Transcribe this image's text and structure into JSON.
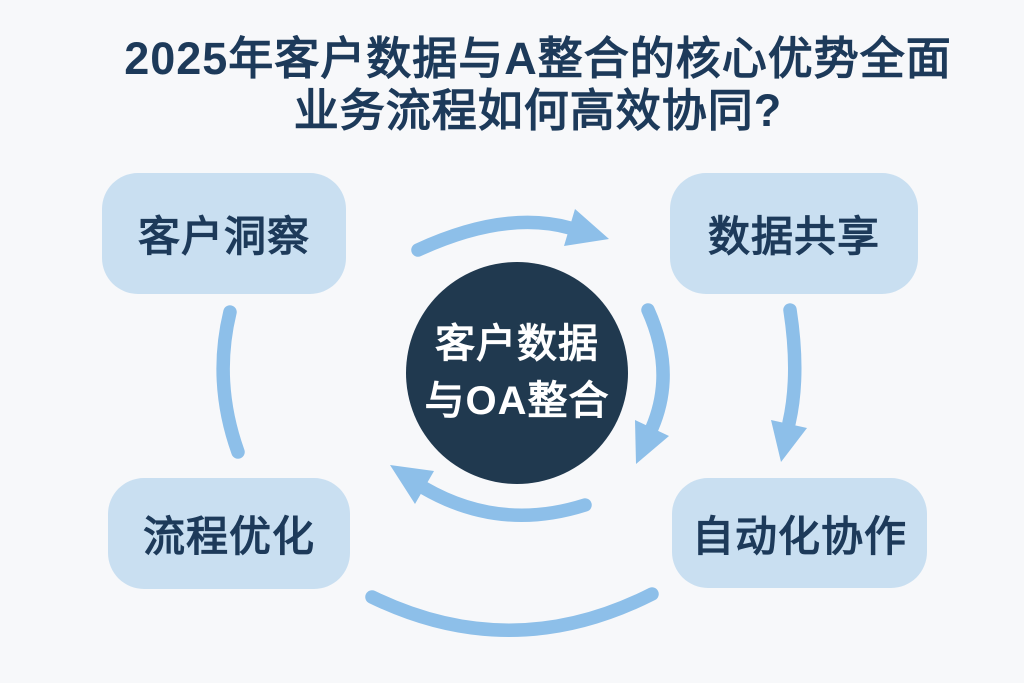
{
  "title": {
    "line1": "2025年客户数据与A整合的核心优势全面",
    "line2": "业务流程如何高效协同?"
  },
  "center_node": {
    "line1": "客户数据",
    "line2": "与OA整合"
  },
  "nodes": [
    {
      "label": "客户洞察",
      "position": "top-left"
    },
    {
      "label": "数据共享",
      "position": "top-right"
    },
    {
      "label": "流程优化",
      "position": "bottom-left"
    },
    {
      "label": "自动化协作",
      "position": "bottom-right"
    }
  ],
  "arrows": [
    {
      "name": "top-clockwise-arrow",
      "from": "客户洞察",
      "to": "数据共享",
      "has_head": true
    },
    {
      "name": "right-inner-arrow",
      "from": "数据共享",
      "to": "自动化协作",
      "has_head": true
    },
    {
      "name": "right-outer-arrow",
      "from": "数据共享",
      "to": "自动化协作",
      "has_head": true
    },
    {
      "name": "bottom-inner-arrow",
      "from": "自动化协作",
      "to": "流程优化",
      "has_head": true
    },
    {
      "name": "bottom-outer-arc",
      "from": "自动化协作",
      "to": "流程优化",
      "has_head": false
    },
    {
      "name": "left-arc",
      "from": "流程优化",
      "to": "客户洞察",
      "has_head": false
    }
  ],
  "colors": {
    "background": "#f7f8fa",
    "node_bg": "#c9dff1",
    "node_text": "#1d3a5a",
    "title_text": "#1d3a5a",
    "center_bg": "#20394f",
    "center_text": "#ffffff",
    "arrow": "#8dbfe9"
  }
}
